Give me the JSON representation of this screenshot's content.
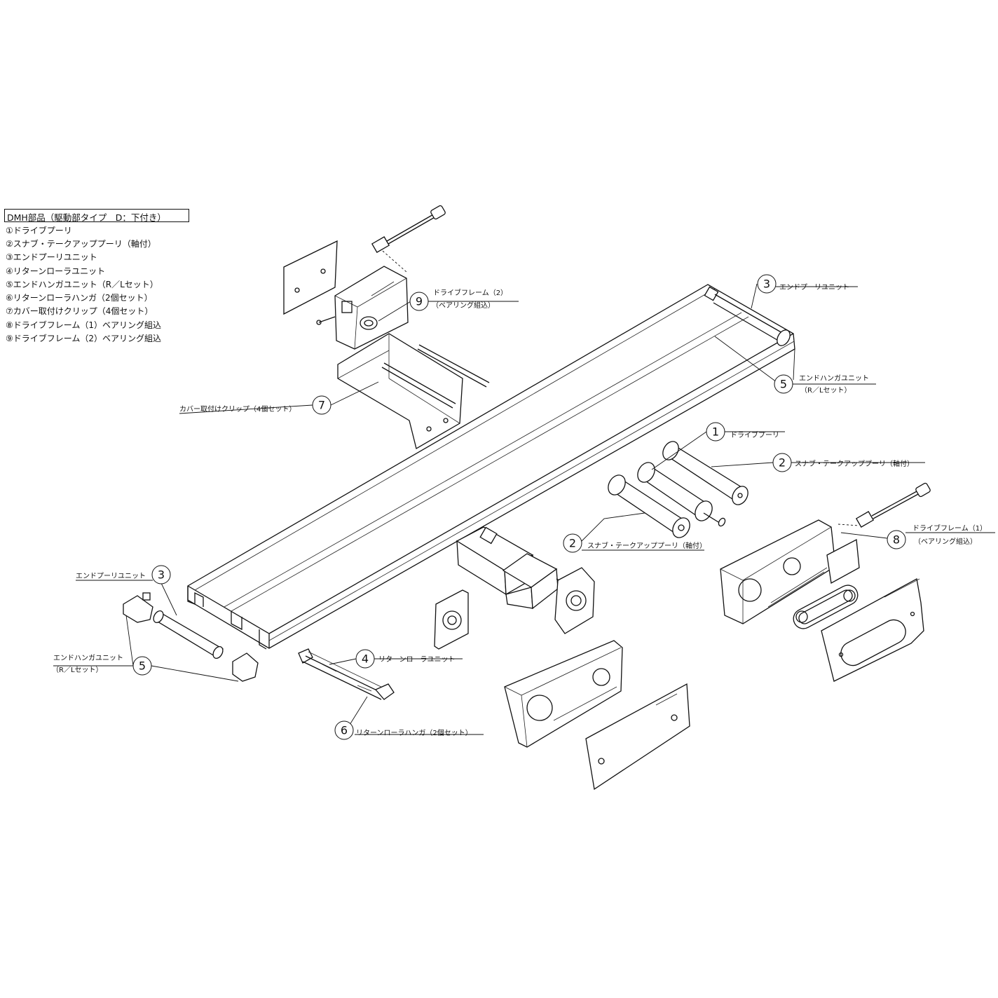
{
  "legend": {
    "title": "DMH部品（駆動部タイプ　D：下付き）",
    "items": [
      "①ドライブプーリ",
      "②スナブ・テークアッププーリ（軸付）",
      "③エンドプーリユニット",
      "④リターンローラユニット",
      "⑤エンドハンガユニット（R／Lセット）",
      "⑥リターンローラハンガ（2個セット）",
      "⑦カバー取付けクリップ（4個セット）",
      "⑧ドライブフレーム（1）ベアリング組込",
      "⑨ドライブフレーム（2）ベアリング組込"
    ]
  },
  "bubbles": {
    "b1": "1",
    "b2a": "2",
    "b2b": "2",
    "b3a": "3",
    "b3b": "3",
    "b4": "4",
    "b5a": "5",
    "b5b": "5",
    "b6": "6",
    "b7": "7",
    "b8": "8",
    "b9": "9"
  },
  "labels": {
    "drive_frame_2": "ドライブフレーム（2）",
    "drive_frame_2_sub": "（ベアリング組込）",
    "end_pulley_top": "エンドプーリユニット",
    "end_hanger_top": "エンドハンガユニット",
    "end_hanger_top_sub": "（R／Lセット）",
    "cover_clip": "カバー取付けクリップ（4個セット）",
    "drive_pulley": "ドライブプーリ",
    "snub_right": "スナブ・テークアッププーリ（軸付）",
    "snub_mid": "スナブ・テークアッププーリ（軸付）",
    "drive_frame_1": "ドライブフレーム（1）",
    "drive_frame_1_sub": "（ベアリング組込）",
    "end_pulley_left": "エンドプーリユニット",
    "end_hanger_left": "エンドハンガユニット",
    "end_hanger_left_sub": "（R／Lセット）",
    "return_roller": "リターンローラユニット",
    "return_hanger": "リターンローラハンガ（2個セット）"
  },
  "icons": {
    "conveyor_frame": "conveyor-frame-icon",
    "motor": "gear-motor-icon",
    "pulley": "pulley-roller-icon",
    "chain": "drive-chain-icon"
  }
}
